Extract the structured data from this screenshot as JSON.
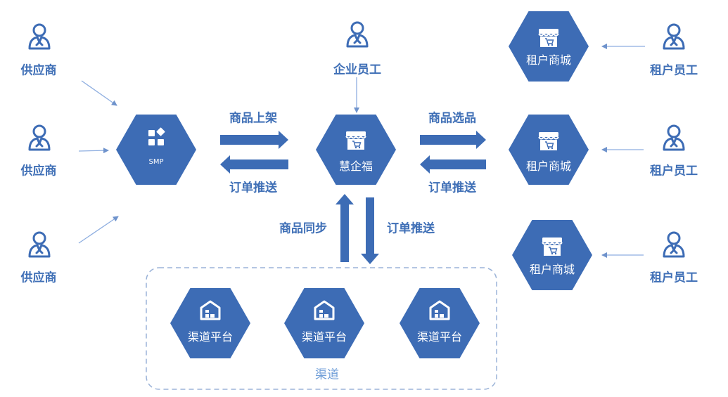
{
  "colors": {
    "primary": "#3d6cb5",
    "stroke": "#8eaee0",
    "dashed": "#9bb3d8",
    "text": "#3f6fb6"
  },
  "suppliers": [
    {
      "label": "供应商",
      "icon": "person-icon"
    },
    {
      "label": "供应商",
      "icon": "person-icon"
    },
    {
      "label": "供应商",
      "icon": "person-icon"
    }
  ],
  "smp": {
    "label": "SMP",
    "icon": "apps-icon"
  },
  "center": {
    "label": "慧企福",
    "icon": "store-icon"
  },
  "employee": {
    "label": "企业员工",
    "icon": "person-icon"
  },
  "tenant_malls": [
    {
      "label": "租户商城",
      "icon": "store-icon"
    },
    {
      "label": "租户商城",
      "icon": "store-icon"
    },
    {
      "label": "租户商城",
      "icon": "store-icon"
    }
  ],
  "tenant_staff": [
    {
      "label": "租户员工",
      "icon": "person-icon"
    },
    {
      "label": "租户员工",
      "icon": "person-icon"
    },
    {
      "label": "租户员工",
      "icon": "person-icon"
    }
  ],
  "channels": [
    {
      "label": "渠道平台",
      "icon": "warehouse-icon"
    },
    {
      "label": "渠道平台",
      "icon": "warehouse-icon"
    },
    {
      "label": "渠道平台",
      "icon": "warehouse-icon"
    }
  ],
  "channel_group": {
    "label": "渠道"
  },
  "flows": {
    "smp_to_center": "商品上架",
    "center_to_smp": "订单推送",
    "center_to_tenant": "商品选品",
    "tenant_to_center": "订单推送",
    "channel_to_center": "商品同步",
    "center_to_channel": "订单推送"
  }
}
